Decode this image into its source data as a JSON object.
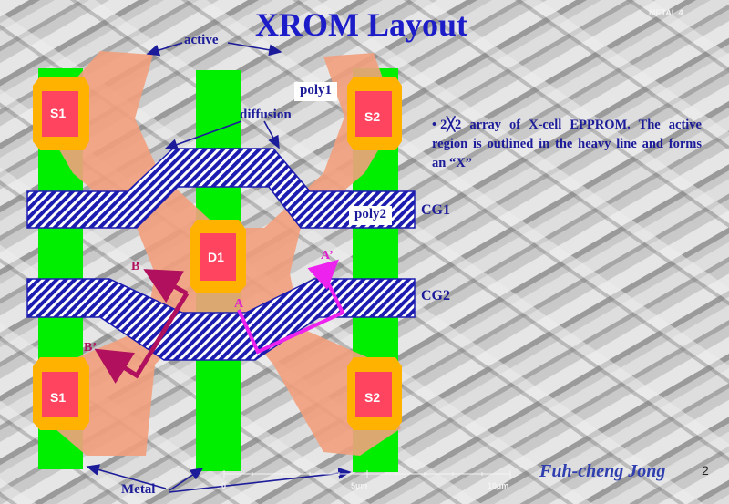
{
  "slide": {
    "title": "XROM Layout",
    "corner_label": "METAL 4",
    "page_number": "2",
    "author": "Fuh-cheng Jong"
  },
  "labels": {
    "active": "active",
    "poly1": "poly1",
    "diffusion": "diffusion",
    "poly2": "poly2",
    "cg1": "CG1",
    "cg2": "CG2",
    "metal": "Metal",
    "b": "B",
    "b_prime": "B’",
    "a": "A",
    "a_prime": "A’"
  },
  "cells": {
    "s1_top": "S1",
    "s2_top": "S2",
    "d1": "D1",
    "s1_bottom": "S1",
    "s2_bottom": "S2"
  },
  "description": {
    "bullet": "•",
    "text": "2╳2 array of X-cell EPPROM. The active region is outlined in the heavy line and forms an “X”"
  },
  "scale_bar": {
    "tick0": "0",
    "tick5": "5µm",
    "tick10": "10µm"
  },
  "colors": {
    "title": "#1c1cc8",
    "metal_green": "#00ee00",
    "active_salmon": "#f2a07c",
    "contact_orange": "#ffb300",
    "contact_red": "#ff4460",
    "poly2_hatch": "#1c1cb0",
    "cut_b": "#b0105e",
    "cut_a": "#ee22ee"
  }
}
